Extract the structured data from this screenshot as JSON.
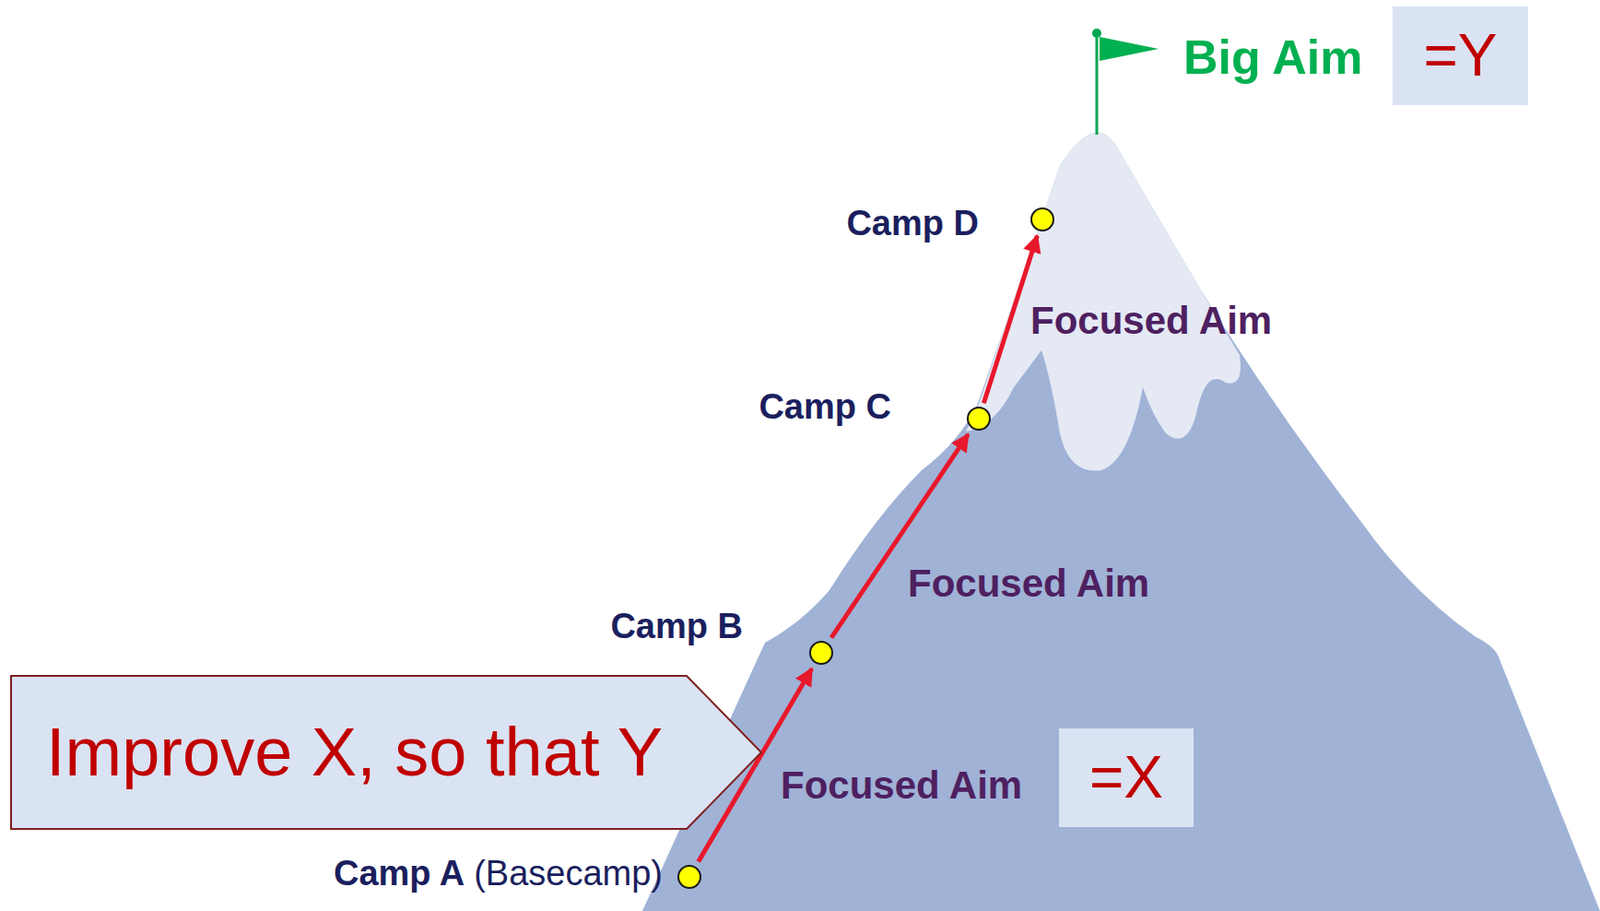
{
  "diagram": {
    "nodes": [
      {
        "text": [
          "=Y"
        ]
      },
      {
        "text": [
          "Camp D"
        ]
      },
      {
        "text": [
          "Camp C"
        ]
      },
      {
        "text": [
          "Camp B"
        ]
      },
      {
        "text": [
          "Improve X, so that Y"
        ]
      },
      {
        "text": [
          "=X"
        ]
      },
      {
        "text": [
          "Camp A",
          "(Basecamp)"
        ]
      }
    ],
    "edges": [
      {
        "from": 6,
        "to": 3,
        "arrow": "to",
        "label": "Focused Aim"
      },
      {
        "from": 3,
        "to": 2,
        "arrow": "to",
        "label": "Focused Aim"
      },
      {
        "from": 2,
        "to": 1,
        "arrow": "to",
        "label": "Focused Aim"
      }
    ],
    "labels": [
      "Big Aim"
    ]
  }
}
